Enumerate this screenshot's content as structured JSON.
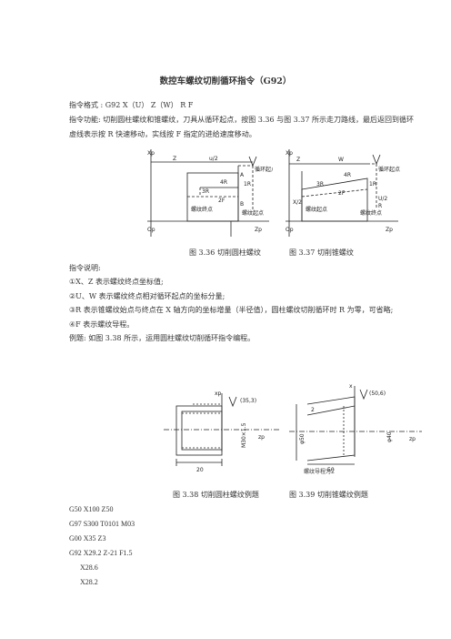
{
  "title": "数控车螺纹切削循环指令（G92）",
  "intro": {
    "format": "指令格式 : G92    X（U）   Z（W）   R   F",
    "function_1": "指令功能: 切削圆柱螺纹和锥螺纹，刀具从循环起点，按图 3.36 与图 3.37 所示走刀路线，最后返回到循环",
    "function_2": "虚线表示按 R 快速移动，实线按 F 指定的进给速度移动。"
  },
  "fig1": {
    "caption": "图 3.36 切削圆柱螺纹",
    "labels": {
      "xp": "Xp",
      "z": "Z",
      "u2": "u/2",
      "r3": "3R",
      "f4": "4R",
      "f2": "2F",
      "r1": "1R",
      "start": "循环起点",
      "ab": "A",
      "b": "B",
      "end": "螺纹终点",
      "thread_start": "螺纹起点",
      "op": "Op",
      "zp": "Zp"
    }
  },
  "fig2": {
    "caption": "图 3.37 切削锥螺纹",
    "labels": {
      "xp": "Xp",
      "z": "Z",
      "w": "W",
      "start": "循环起点",
      "f4": "4R",
      "r3": "3R",
      "f2": "2F",
      "r1": "1R",
      "x2": "X/2",
      "u2": "U/2",
      "r": "R",
      "thread_start": "螺纹起点",
      "thread_end": "螺纹终点",
      "op": "Op",
      "zp": "Zp"
    }
  },
  "notes": {
    "header": "指令说明:",
    "n1": "①X、Z 表示螺纹终点坐标值;",
    "n2": "②U、W 表示螺纹终点相对循环起点的坐标分量;",
    "n3": "③R 表示锥螺纹始点与终点在 X 轴方向的坐标增量（半径值），圆柱螺纹切削循环时 R 为零，可省略;",
    "n4": "④F 表示螺纹导程。",
    "example": "例题: 如图 3.38 所示，运用圆柱螺纹切削循环指令编程。"
  },
  "fig3": {
    "caption": "图 3.38 切削圆柱螺纹例题",
    "labels": {
      "xp": "xp",
      "pt": "(35,3)",
      "zp": "zp",
      "m30": "M30×1.5",
      "d20": "20"
    }
  },
  "fig4": {
    "caption": "图 3.39 切削锥螺纹例题",
    "labels": {
      "x": "x",
      "pt": "(50,6)",
      "z": "zp",
      "d50": "φ50",
      "d40": "φ40",
      "l50": "50",
      "l2": "2",
      "lead": "螺纹导程为2"
    }
  },
  "code": {
    "l1": "G50 X100 Z50",
    "l2": "G97 S300 T0101 M03",
    "l3": "G00 X35 Z3",
    "l4": "G92 X29.2 Z-21 F1.5",
    "l5": "X28.6",
    "l6": "X28.2"
  }
}
